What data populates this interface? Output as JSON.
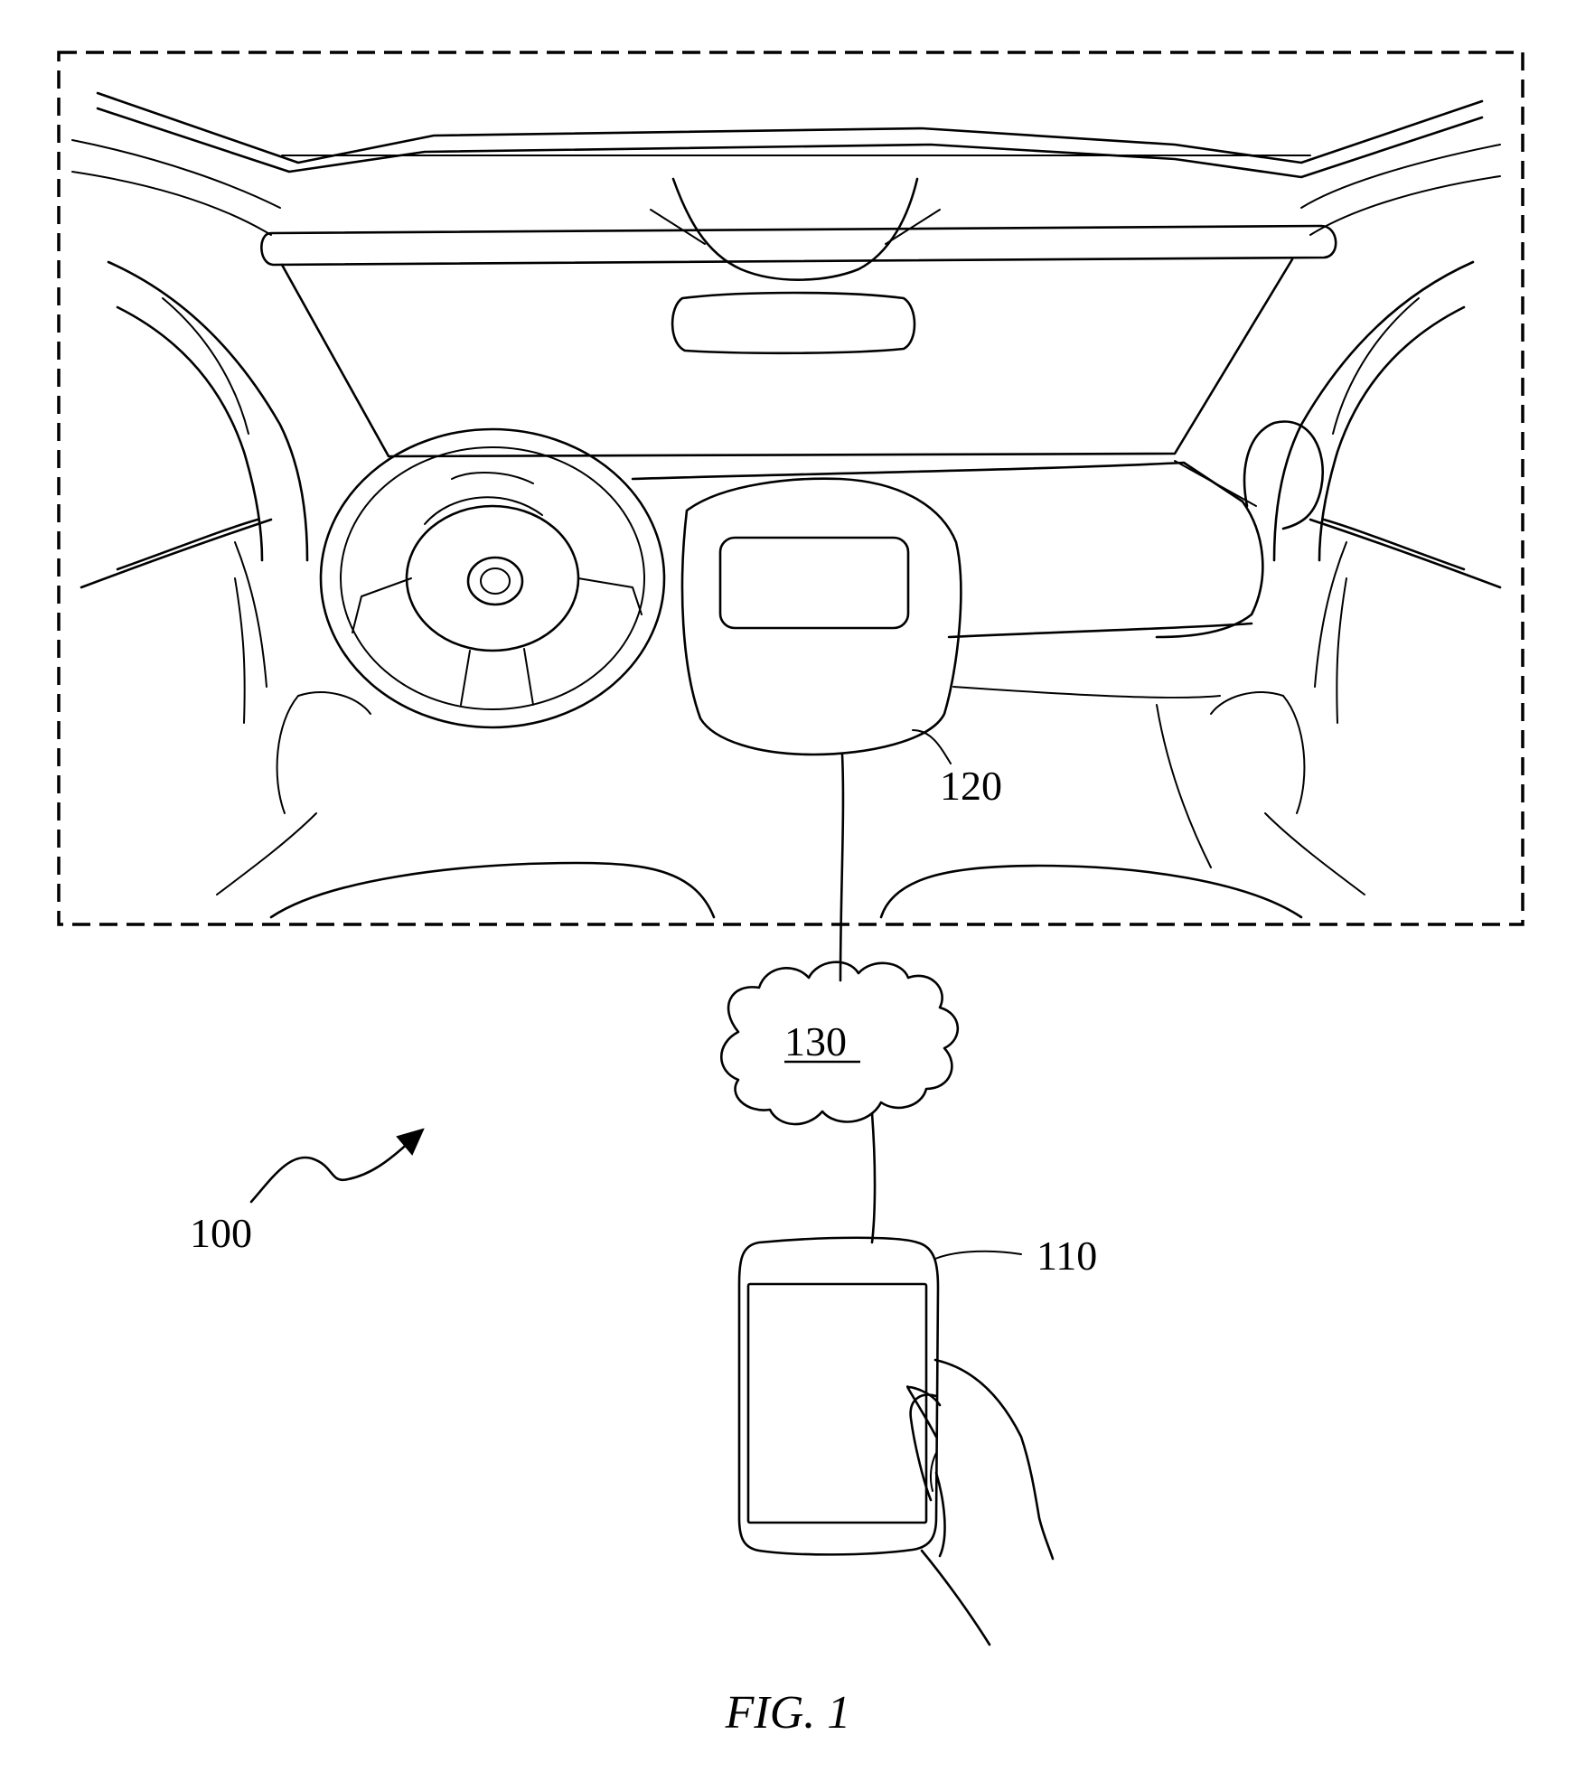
{
  "figure": {
    "caption": "FIG. 1",
    "labels": {
      "system": "100",
      "mobile_device": "110",
      "vehicle_head_unit": "120",
      "network": "130"
    }
  }
}
